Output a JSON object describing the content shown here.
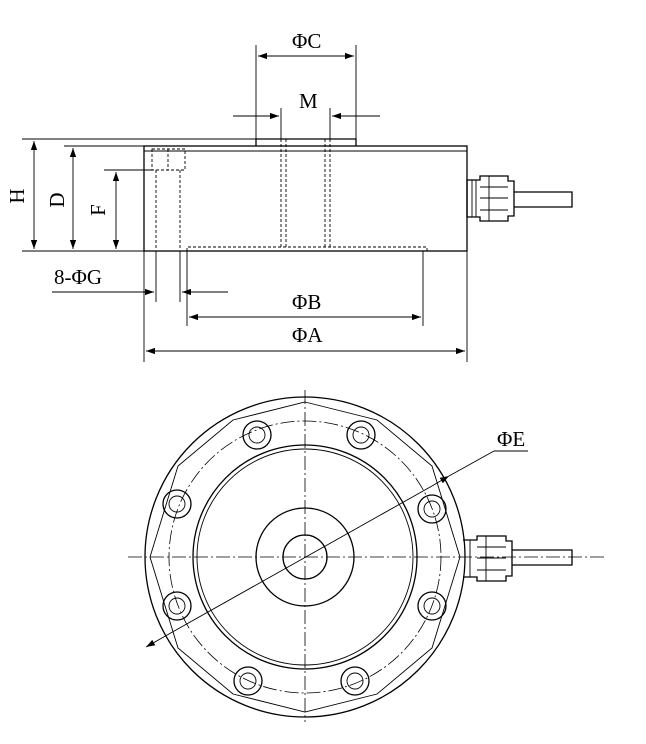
{
  "labels": {
    "dim_c": "ΦC",
    "dim_m": "M",
    "dim_h": "H",
    "dim_d": "D",
    "dim_f": "F",
    "dim_g": "8-ΦG",
    "dim_b": "ΦB",
    "dim_a": "ΦA",
    "dim_e": "ΦE"
  }
}
